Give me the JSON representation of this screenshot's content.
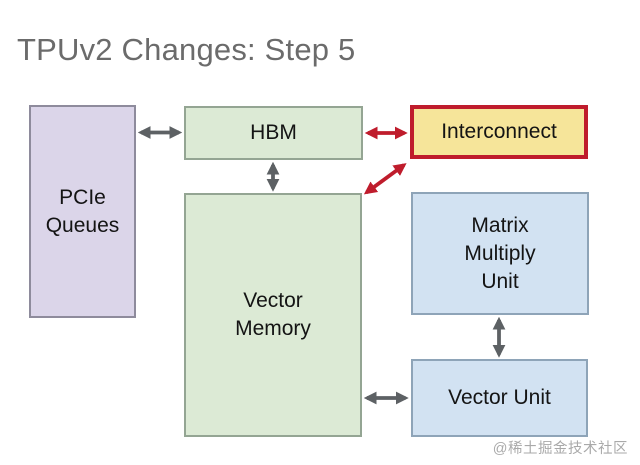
{
  "title": "TPUv2 Changes: Step 5",
  "watermark": "@稀土掘金技术社区",
  "colors": {
    "title_text": "#6b6b6b",
    "block_text": "#141414",
    "arrow_gray": "#5d6164",
    "arrow_red": "#bf1c2c",
    "pcie_fill": "#dbd5e9",
    "pcie_border": "#8e8b9c",
    "green_fill": "#dcead5",
    "green_border": "#94a593",
    "yellow_fill": "#f6e59a",
    "highlight_red_border": "#bf1c2c",
    "blue_fill": "#d2e2f2",
    "blue_border": "#8ea4b8"
  },
  "blocks": {
    "pcie": {
      "label": "PCIe\nQueues"
    },
    "hbm": {
      "label": "HBM"
    },
    "interconnect": {
      "label": "Interconnect"
    },
    "vector_memory": {
      "label": "Vector\nMemory"
    },
    "mmu": {
      "label": "Matrix\nMultiply\nUnit"
    },
    "vector_unit": {
      "label": "Vector Unit"
    }
  },
  "connections": [
    {
      "from": "PCIe Queues",
      "to": "HBM",
      "style": "gray",
      "bidirectional": true
    },
    {
      "from": "HBM",
      "to": "Vector Memory",
      "style": "gray",
      "bidirectional": true
    },
    {
      "from": "Vector Memory",
      "to": "Vector Unit",
      "style": "gray",
      "bidirectional": true
    },
    {
      "from": "Matrix Multiply Unit",
      "to": "Vector Unit",
      "style": "gray",
      "bidirectional": true
    },
    {
      "from": "HBM",
      "to": "Interconnect",
      "style": "red",
      "bidirectional": true
    },
    {
      "from": "Interconnect",
      "to": "Vector Memory",
      "style": "red",
      "bidirectional": true
    }
  ]
}
